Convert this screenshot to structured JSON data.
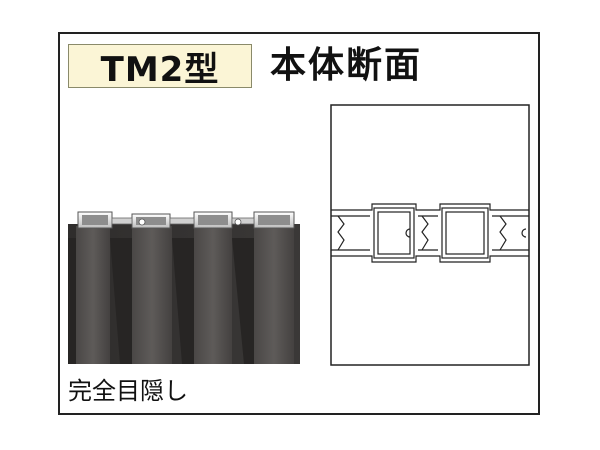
{
  "badge": {
    "text": "TM2型"
  },
  "title": {
    "text": "本体断面"
  },
  "caption": {
    "text": "完全目隠し"
  },
  "colors": {
    "frame_border": "#222222",
    "badge_background": "#fbf5d6",
    "panel_dark": "#3c3a39",
    "panel_light": "#5b5856"
  }
}
